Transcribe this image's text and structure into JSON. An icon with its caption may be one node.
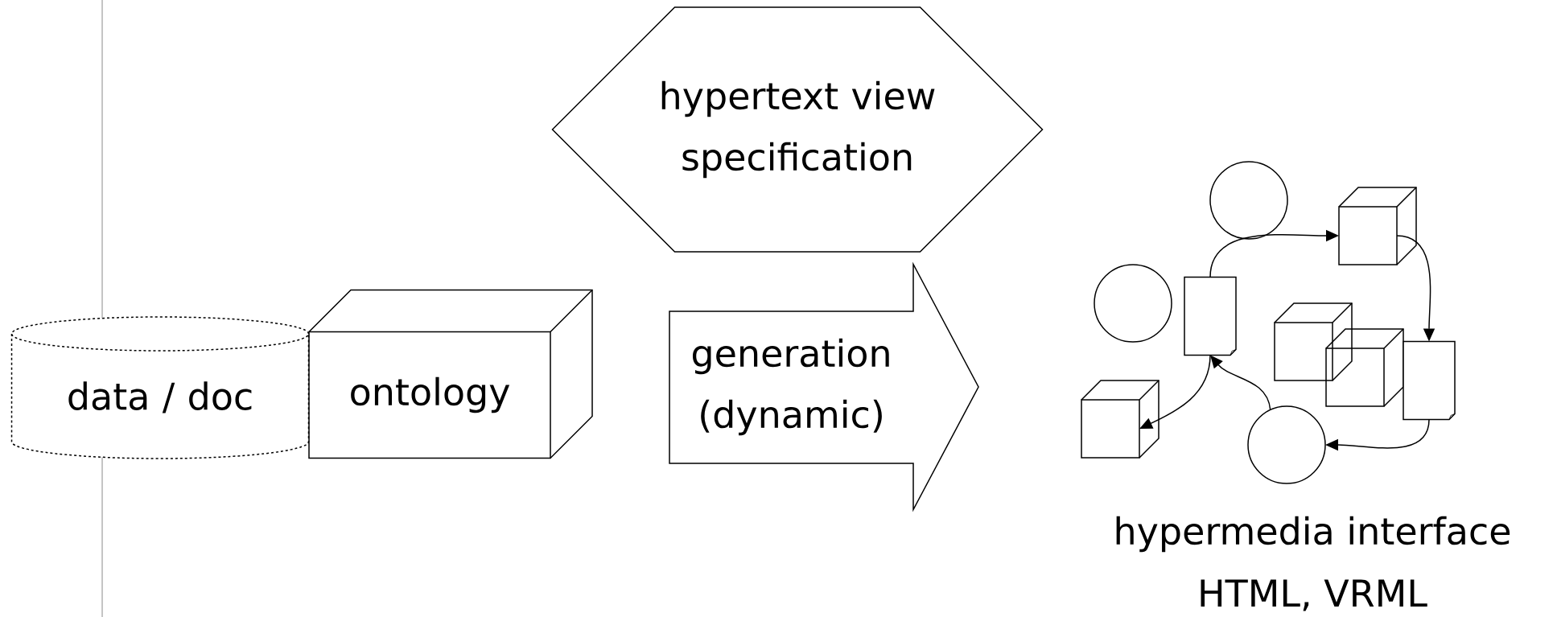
{
  "diagram": {
    "nodes": [
      {
        "text": [
          "data / doc"
        ]
      },
      {
        "text": [
          "ontology"
        ]
      },
      {
        "text": [
          "hypertext view specification"
        ]
      },
      {
        "text": [
          "generation (dynamic)"
        ]
      },
      {
        "text": [],
        "shape": "circle"
      },
      {
        "text": [],
        "shape": "cube"
      },
      {
        "text": [],
        "shape": "circle"
      },
      {
        "text": [],
        "shape": "document"
      },
      {
        "text": [],
        "shape": "cube"
      },
      {
        "text": [],
        "shape": "cube"
      },
      {
        "text": [],
        "shape": "document"
      },
      {
        "text": [],
        "shape": "cube"
      },
      {
        "text": [],
        "shape": "circle"
      }
    ],
    "edges": [
      {
        "from": 7,
        "to": 5,
        "arrow": "to"
      },
      {
        "from": 5,
        "to": 10,
        "arrow": "to"
      },
      {
        "from": 10,
        "to": 12,
        "arrow": "to"
      },
      {
        "from": 12,
        "to": 7,
        "arrow": "to"
      },
      {
        "from": 7,
        "to": 11,
        "arrow": "to"
      }
    ],
    "labels": [
      "hypermedia interface",
      "HTML, VRML"
    ]
  }
}
